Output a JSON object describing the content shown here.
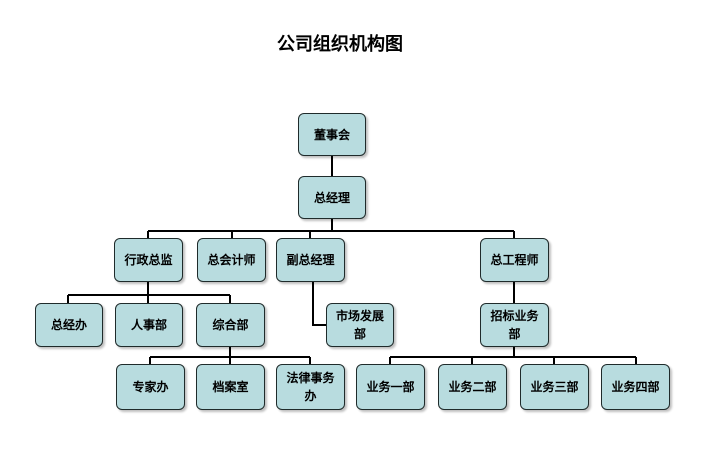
{
  "title": "公司组织机构图",
  "nodes": {
    "board": "董事会",
    "gm": "总经理",
    "admin_director": "行政总监",
    "chief_accountant": "总会计师",
    "deputy_gm": "副总经理",
    "chief_engineer": "总工程师",
    "gm_office": "总经办",
    "hr": "人事部",
    "general_affairs": "综合部",
    "market_dev": "市场发展部",
    "bidding": "招标业务部",
    "expert_office": "专家办",
    "archive_room": "档案室",
    "legal_office": "法律事务办",
    "biz1": "业务一部",
    "biz2": "业务二部",
    "biz3": "业务三部",
    "biz4": "业务四部"
  },
  "colors": {
    "box_fill": "#b8dcdf",
    "box_border": "#1f2b2b",
    "connector": "#000000"
  }
}
